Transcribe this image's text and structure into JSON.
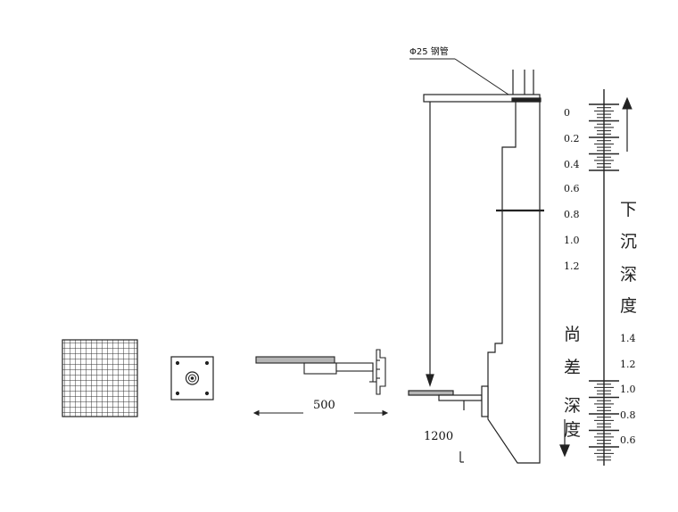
{
  "callout": {
    "pipe_label": "Φ25 钢管"
  },
  "dimensions": {
    "d500": "500",
    "d1200": "1200"
  },
  "scale_top": {
    "ticks": [
      "0",
      "0.2",
      "0.4",
      "0.6",
      "0.8",
      "1.0",
      "1.2"
    ]
  },
  "scale_bottom": {
    "ticks": [
      "1.4",
      "1.2",
      "1.0",
      "0.8",
      "0.6"
    ]
  },
  "text_down": {
    "chars": [
      "下",
      "沉",
      "深",
      "度"
    ]
  },
  "text_remain": {
    "chars": [
      "尚",
      "差",
      "深",
      "度"
    ]
  },
  "colors": {
    "ink": "#111111",
    "plate_fill": "#b4b4b4",
    "paper": "#ffffff"
  }
}
